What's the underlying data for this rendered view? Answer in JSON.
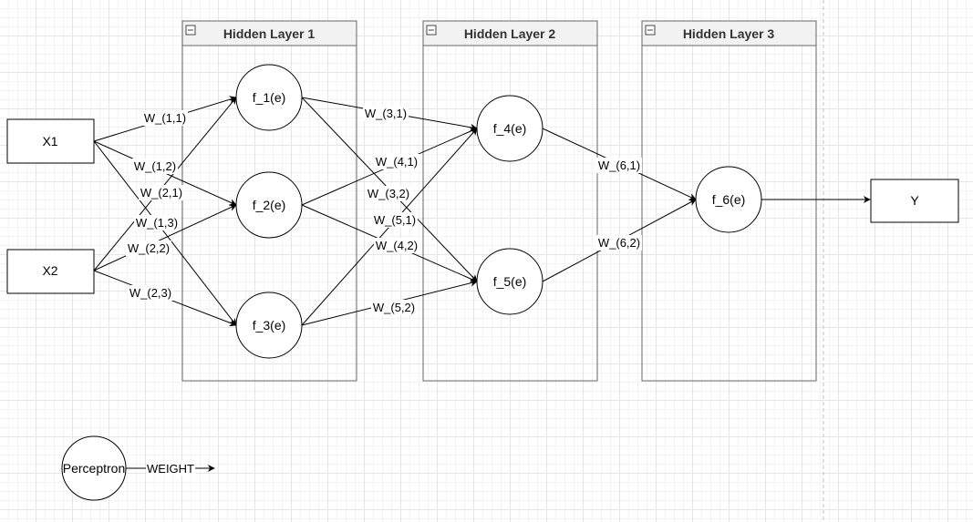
{
  "inputs": {
    "x1": "X1",
    "x2": "X2"
  },
  "output": {
    "y": "Y"
  },
  "layers": [
    {
      "title": "Hidden Layer 1"
    },
    {
      "title": "Hidden Layer 2"
    },
    {
      "title": "Hidden Layer 3"
    }
  ],
  "neurons": {
    "f1": "f_1(e)",
    "f2": "f_2(e)",
    "f3": "f_3(e)",
    "f4": "f_4(e)",
    "f5": "f_5(e)",
    "f6": "f_6(e)"
  },
  "weights": {
    "w11": "W_(1,1)",
    "w12": "W_(1,2)",
    "w13": "W_(1,3)",
    "w21": "W_(2,1)",
    "w22": "W_(2,2)",
    "w23": "W_(2,3)",
    "w31": "W_(3,1)",
    "w32": "W_(3,2)",
    "w41": "W_(4,1)",
    "w42": "W_(4,2)",
    "w51": "W_(5,1)",
    "w52": "W_(5,2)",
    "w61": "W_(6,1)",
    "w62": "W_(6,2)"
  },
  "legend": {
    "perceptron": "Perceptron",
    "weight": "WEIGHT"
  }
}
